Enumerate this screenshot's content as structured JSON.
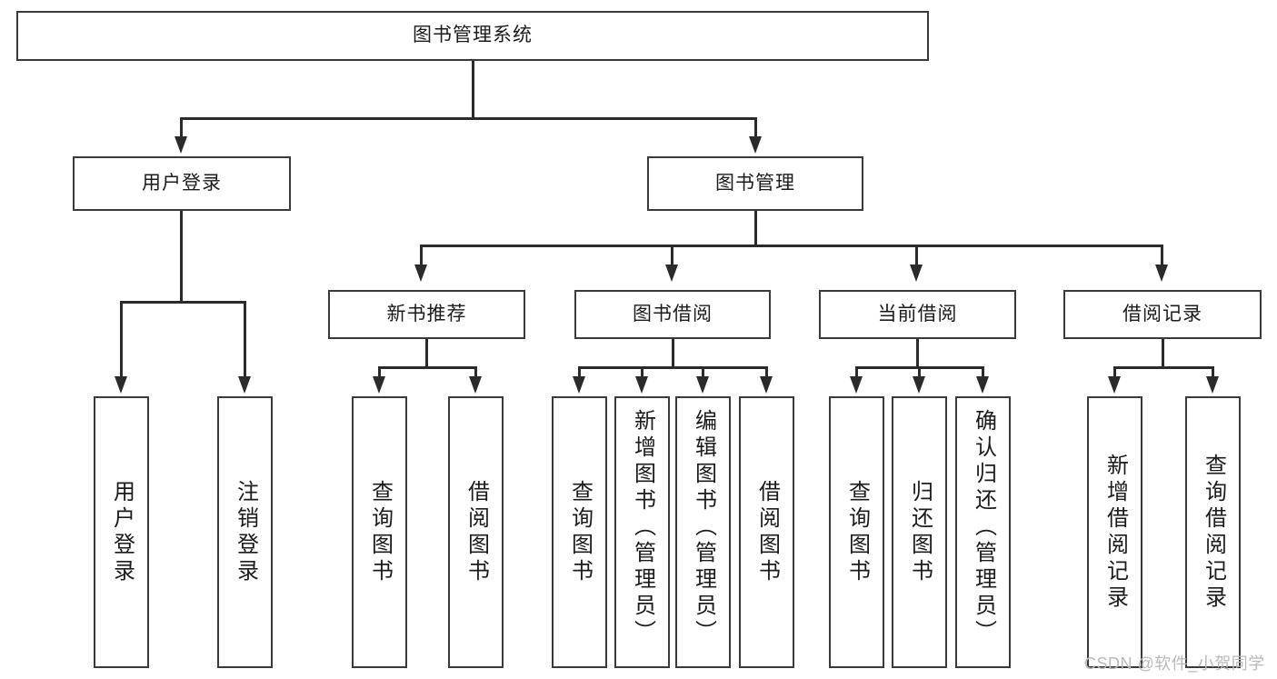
{
  "diagram": {
    "title": "图书管理系统",
    "type": "functional-structure-tree",
    "root": {
      "label": "图书管理系统"
    },
    "level2": [
      {
        "id": "user-login",
        "label": "用户登录"
      },
      {
        "id": "book-manage",
        "label": "图书管理"
      }
    ],
    "level3": [
      {
        "id": "new-book-recommend",
        "label": "新书推荐"
      },
      {
        "id": "book-borrow",
        "label": "图书借阅"
      },
      {
        "id": "current-borrow",
        "label": "当前借阅"
      },
      {
        "id": "borrow-record",
        "label": "借阅记录"
      }
    ],
    "leaves": {
      "user_login": [
        {
          "id": "leaf-user-login",
          "label": "用户登录"
        },
        {
          "id": "leaf-logout-login",
          "label": "注销登录"
        }
      ],
      "new_book_recommend": [
        {
          "id": "leaf-query-book-1",
          "label": "查询图书"
        },
        {
          "id": "leaf-borrow-book-1",
          "label": "借阅图书"
        }
      ],
      "book_borrow": [
        {
          "id": "leaf-query-book-2",
          "label": "查询图书"
        },
        {
          "id": "leaf-add-book",
          "label": "新增图书（管理员）"
        },
        {
          "id": "leaf-edit-book",
          "label": "编辑图书（管理员）"
        },
        {
          "id": "leaf-borrow-book-2",
          "label": "借阅图书"
        }
      ],
      "current_borrow": [
        {
          "id": "leaf-query-book-3",
          "label": "查询图书"
        },
        {
          "id": "leaf-return-book",
          "label": "归还图书"
        },
        {
          "id": "leaf-confirm-return",
          "label": "确认归还（管理员）"
        }
      ],
      "borrow_record": [
        {
          "id": "leaf-add-record",
          "label": "新增借阅记录"
        },
        {
          "id": "leaf-query-record",
          "label": "查询借阅记录"
        }
      ]
    }
  },
  "watermark": {
    "text": "CSDN @软件_小贺同学"
  },
  "colors": {
    "background": "#ffffff",
    "box_border": "#3a3a3c",
    "box_fill": "#ffffff",
    "line": "#2b2b2d",
    "text": "#1b1b1d",
    "watermark": "#b9b9bc"
  }
}
